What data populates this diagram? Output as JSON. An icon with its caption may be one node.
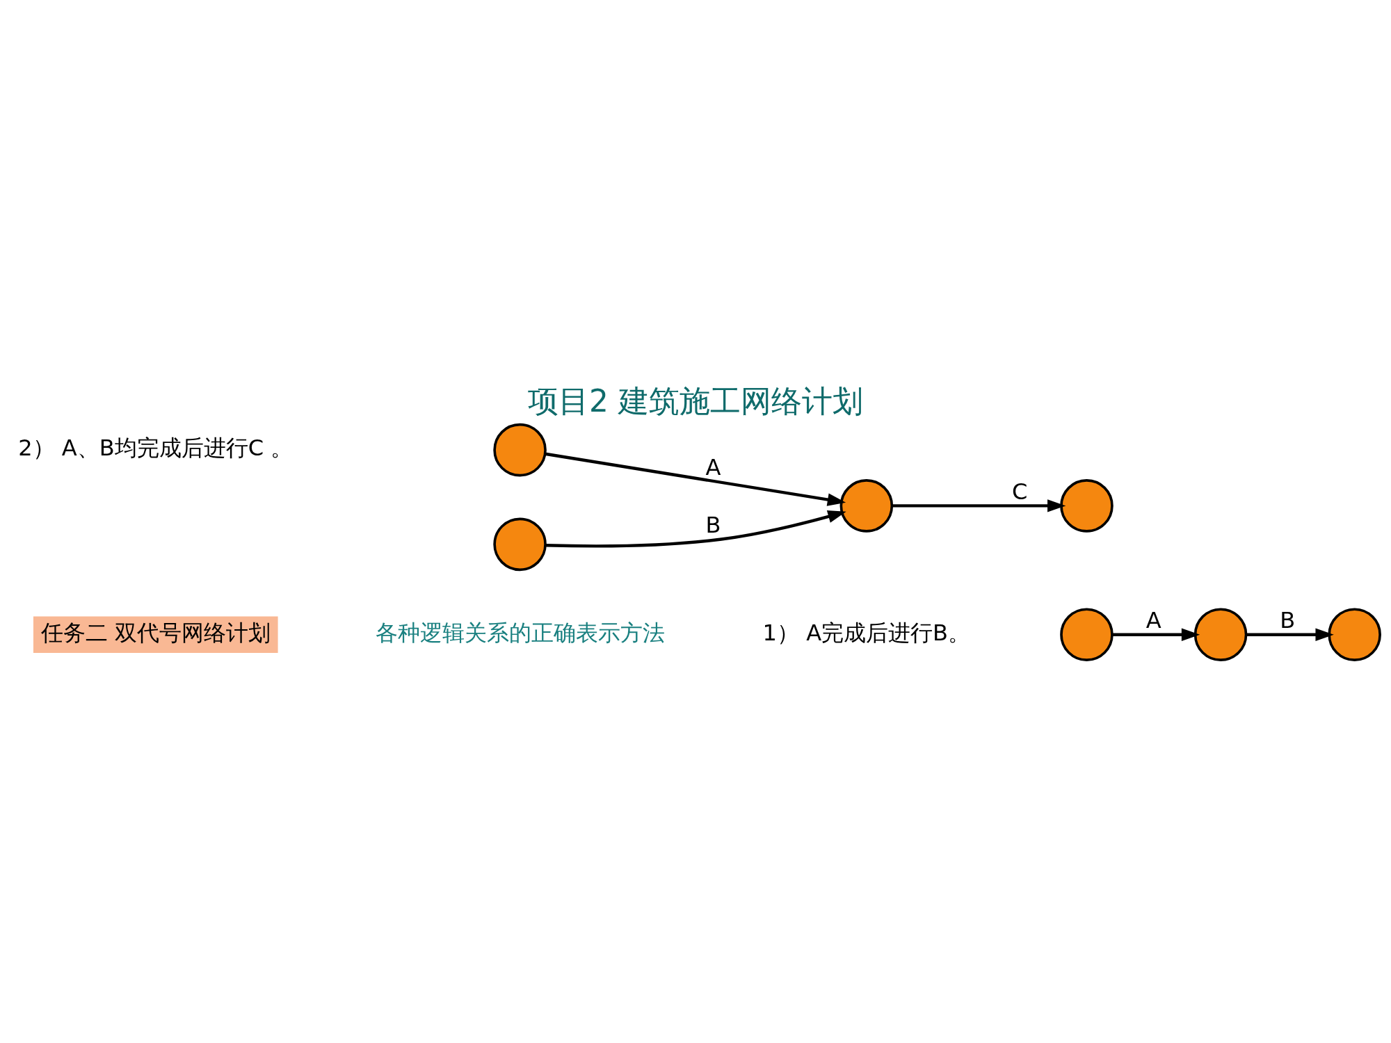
{
  "diagram": {
    "title": "项目2 建筑施工网络计划",
    "nodes": [
      {
        "text": [],
        "shape": "circle"
      },
      {
        "text": [],
        "shape": "circle"
      },
      {
        "text": [],
        "shape": "circle"
      },
      {
        "text": [],
        "shape": "circle"
      },
      {
        "text": [],
        "shape": "circle"
      },
      {
        "text": [],
        "shape": "circle"
      },
      {
        "text": [],
        "shape": "circle"
      }
    ],
    "edges": [
      {
        "from": 0,
        "to": 1,
        "arrow": "to",
        "label": "A"
      },
      {
        "from": 1,
        "to": 2,
        "arrow": "to",
        "label": "B"
      },
      {
        "from": 3,
        "to": 5,
        "arrow": "to",
        "label": "A"
      },
      {
        "from": 4,
        "to": 5,
        "arrow": "to",
        "label": "B"
      },
      {
        "from": 5,
        "to": 6,
        "arrow": "to",
        "label": "C"
      }
    ],
    "labels": [
      "任务二 双代号网络计划",
      "各种逻辑关系的正确表示方法",
      "1） A完成后进行B。",
      "2） A、B均完成后进行C 。"
    ]
  }
}
